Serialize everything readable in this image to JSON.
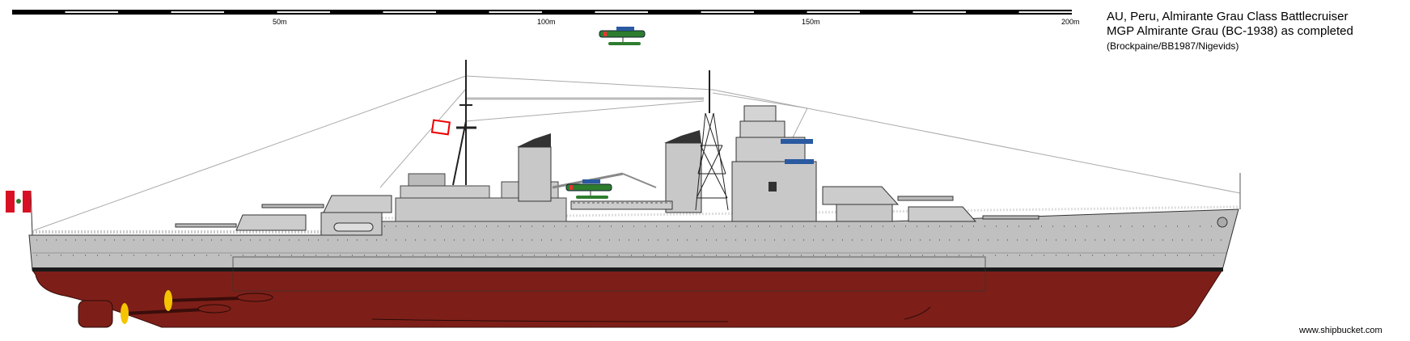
{
  "scale_bar": {
    "unit": "m",
    "total_m": 200,
    "segment_m": 10,
    "ticks": [
      "50m",
      "100m",
      "150m",
      "200m"
    ]
  },
  "title": {
    "line1": "AU, Peru, Almirante Grau Class Battlecruiser",
    "line2": "MGP Almirante Grau (BC-1938) as completed",
    "line3": "(Brockpaine/BB1987/Nigevids)"
  },
  "credit": "www.shipbucket.com",
  "colors": {
    "hull_gray": "#c0c0c0",
    "hull_red": "#7d1f18",
    "boot_top": "#1a1a1a",
    "funnel_cap": "#333333",
    "aircraft_green": "#2e7d2e",
    "propeller": "#f5c400"
  }
}
